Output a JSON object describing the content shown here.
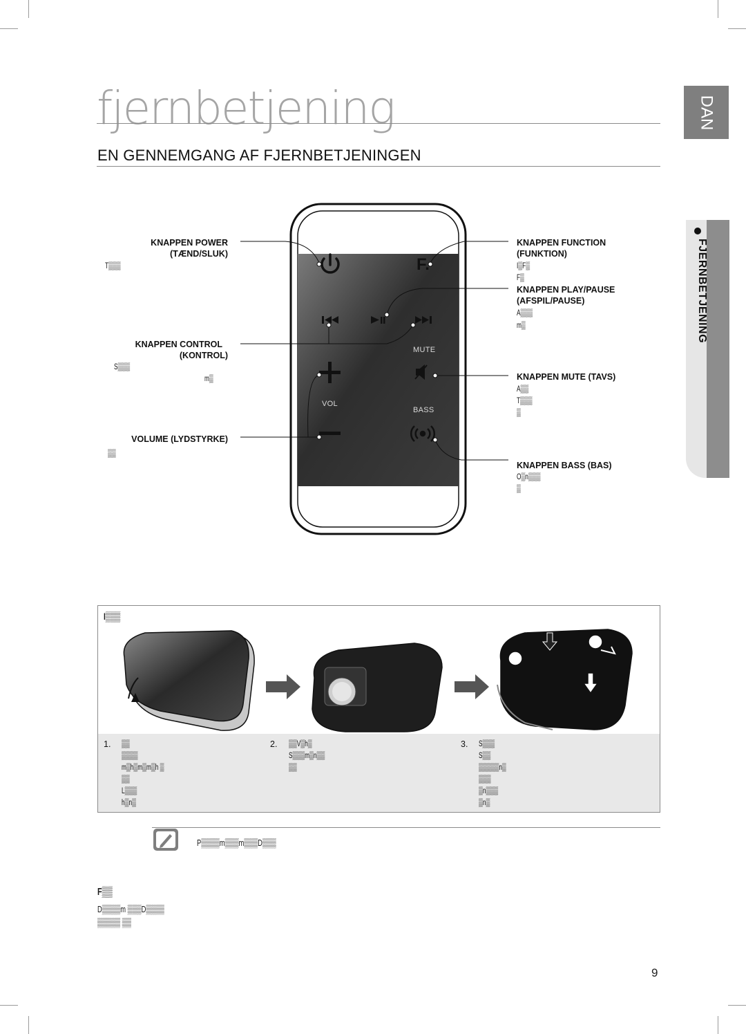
{
  "page": {
    "title": "fjernbetjening",
    "language_tab": "DAN",
    "side_tab_label": "FJERNBETJENING",
    "page_number": "9"
  },
  "section": {
    "heading": "EN GENNEMGANG AF FJERNBETJENINGEN"
  },
  "remote": {
    "function_key": "F.",
    "mute_label": "MUTE",
    "vol_label": "VOL",
    "bass_label": "BASS"
  },
  "callouts": {
    "power": {
      "title": "KNAPPEN POWER",
      "subtitle": "(TÆND/SLUK)",
      "desc": [
        "T▒▒▒"
      ]
    },
    "control": {
      "title": "KNAPPEN CONTROL",
      "subtitle": "(KONTROL)",
      "desc": [
        "S▒▒▒",
        "m▒"
      ]
    },
    "volume": {
      "title": "VOLUME (LYDSTYRKE)",
      "desc": [
        "▒▒"
      ]
    },
    "function": {
      "title": "KNAPPEN FUNCTION",
      "subtitle": "(FUNKTION)",
      "desc": [
        "I▒F▒",
        "F▒"
      ]
    },
    "playpause": {
      "title": "KNAPPEN PLAY/PAUSE",
      "subtitle": "(AFSPIL/PAUSE)",
      "desc": [
        "A▒▒▒",
        "m▒"
      ]
    },
    "mute": {
      "title": "KNAPPEN MUTE (TAVS)",
      "desc": [
        "A▒▒",
        "T▒▒▒",
        "▒"
      ]
    },
    "bass": {
      "title": "KNAPPEN BASS (BAS)",
      "desc": [
        "O▒n▒▒▒",
        "▒"
      ]
    }
  },
  "install": {
    "title": "I▒▒▒",
    "step1": {
      "num": "1.",
      "lines": [
        "▒▒",
        "▒▒▒▒",
        "m▒h▒m▒m▒h ▒",
        "▒▒",
        "L▒▒▒",
        "h▒n▒"
      ]
    },
    "step2": {
      "num": "2.",
      "lines": [
        "▒▒V▒h▒",
        "S▒▒▒m▒n▒▒",
        "▒▒"
      ]
    },
    "step3": {
      "num": "3.",
      "lines": [
        "S▒▒▒",
        "S▒▒",
        "▒▒▒▒▒n▒",
        "▒▒▒",
        "▒n▒▒▒",
        "▒n▒"
      ]
    }
  },
  "note": {
    "text": "P▒▒▒▒m▒▒▒m▒▒▒D▒▒▒"
  },
  "subsection": {
    "heading": "F▒▒",
    "lines": [
      "D▒▒▒▒m ▒▒▒D▒▒▒▒",
      "▒▒▒▒▒ ▒▒"
    ]
  },
  "colors": {
    "accent_gray": "#7f7f7f",
    "band_gray": "#e8e8e8",
    "remote_dark": "#3a3a3a"
  }
}
